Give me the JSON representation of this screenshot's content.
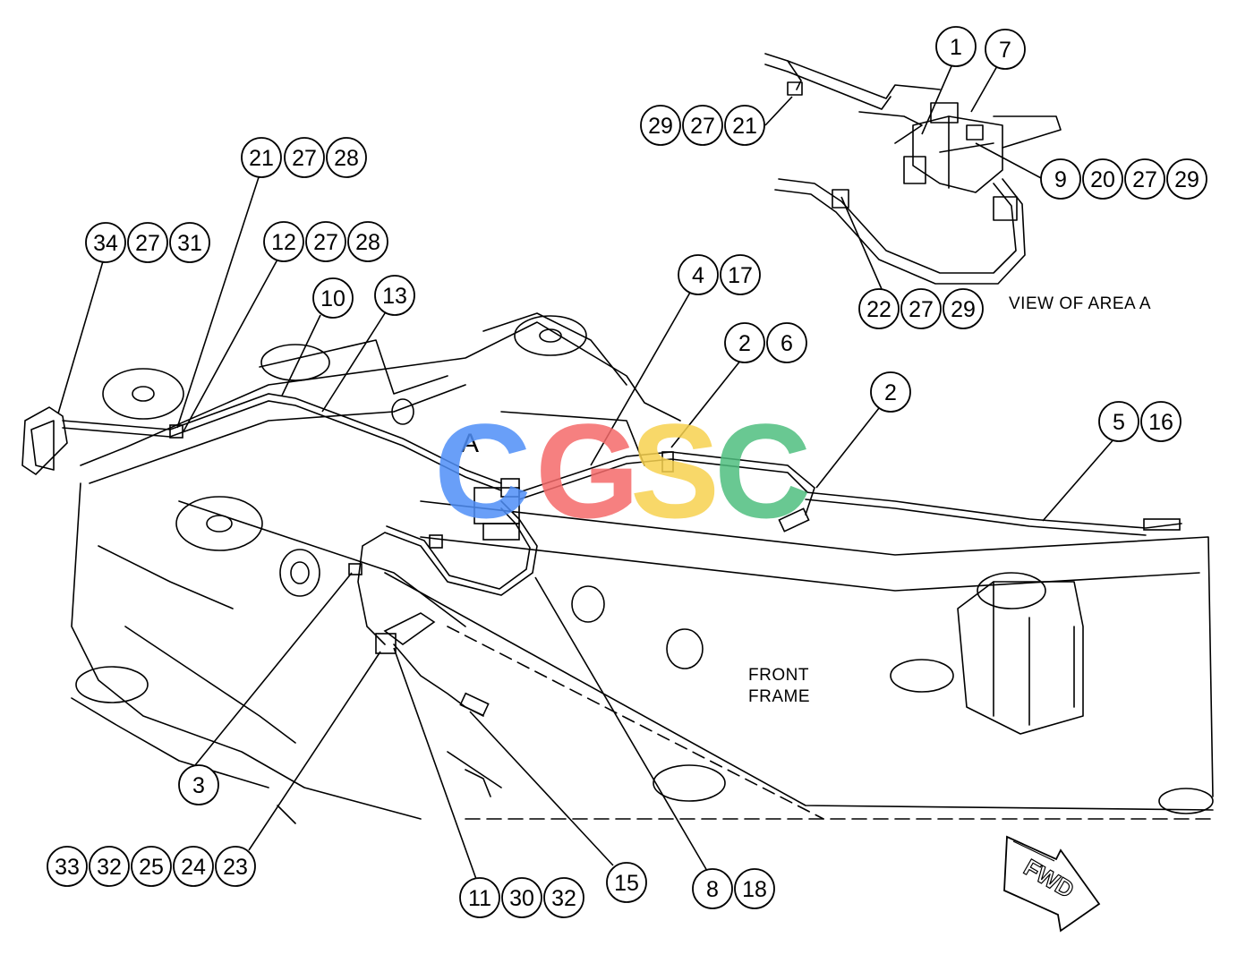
{
  "diagram": {
    "view_label": "VIEW OF AREA A",
    "area_marker": "A",
    "frame_label_line1": "FRONT",
    "frame_label_line2": "FRAME",
    "fwd_label": "FWD",
    "watermark": {
      "letters": [
        "C",
        "G",
        "S",
        "C"
      ],
      "colors": [
        "#4f8ff7",
        "#f56a6a",
        "#f7d24f",
        "#4fbf7f"
      ]
    },
    "callouts": [
      {
        "id": "c1",
        "label": "1"
      },
      {
        "id": "c7",
        "label": "7"
      },
      {
        "id": "c29a",
        "label": "29"
      },
      {
        "id": "c27a",
        "label": "27"
      },
      {
        "id": "c21a",
        "label": "21"
      },
      {
        "id": "c9",
        "label": "9"
      },
      {
        "id": "c20",
        "label": "20"
      },
      {
        "id": "c27b",
        "label": "27"
      },
      {
        "id": "c29b",
        "label": "29"
      },
      {
        "id": "c21b",
        "label": "21"
      },
      {
        "id": "c27c",
        "label": "27"
      },
      {
        "id": "c28a",
        "label": "28"
      },
      {
        "id": "c34",
        "label": "34"
      },
      {
        "id": "c27d",
        "label": "27"
      },
      {
        "id": "c31",
        "label": "31"
      },
      {
        "id": "c12",
        "label": "12"
      },
      {
        "id": "c27e",
        "label": "27"
      },
      {
        "id": "c28b",
        "label": "28"
      },
      {
        "id": "c10",
        "label": "10"
      },
      {
        "id": "c13",
        "label": "13"
      },
      {
        "id": "c4",
        "label": "4"
      },
      {
        "id": "c17",
        "label": "17"
      },
      {
        "id": "c2a",
        "label": "2"
      },
      {
        "id": "c6",
        "label": "6"
      },
      {
        "id": "c2b",
        "label": "2"
      },
      {
        "id": "c5",
        "label": "5"
      },
      {
        "id": "c16",
        "label": "16"
      },
      {
        "id": "c22",
        "label": "22"
      },
      {
        "id": "c27f",
        "label": "27"
      },
      {
        "id": "c29c",
        "label": "29"
      },
      {
        "id": "c3",
        "label": "3"
      },
      {
        "id": "c33",
        "label": "33"
      },
      {
        "id": "c32a",
        "label": "32"
      },
      {
        "id": "c25",
        "label": "25"
      },
      {
        "id": "c24",
        "label": "24"
      },
      {
        "id": "c23",
        "label": "23"
      },
      {
        "id": "c11",
        "label": "11"
      },
      {
        "id": "c30",
        "label": "30"
      },
      {
        "id": "c32b",
        "label": "32"
      },
      {
        "id": "c15",
        "label": "15"
      },
      {
        "id": "c8",
        "label": "8"
      },
      {
        "id": "c18",
        "label": "18"
      }
    ]
  }
}
